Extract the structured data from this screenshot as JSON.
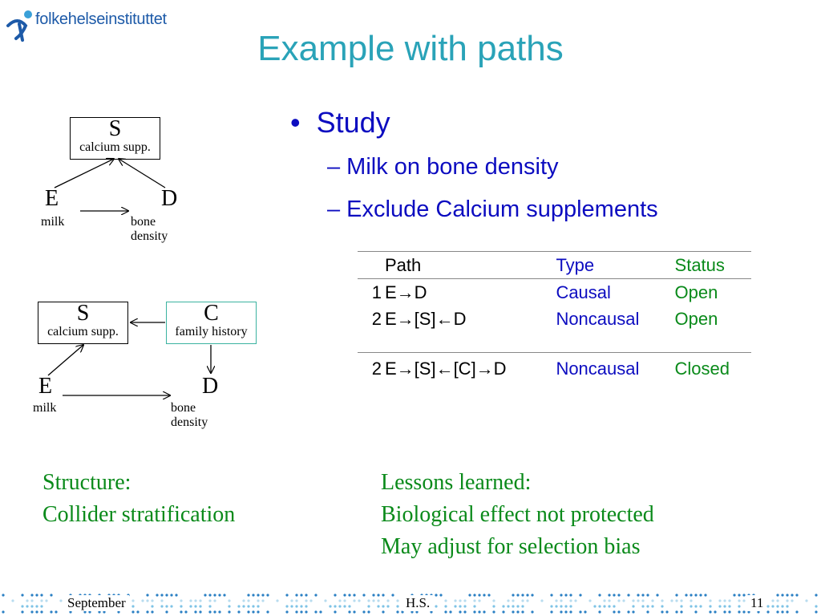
{
  "brand": {
    "name": "folkehelseinstituttet"
  },
  "title": "Example with paths",
  "bullets": {
    "main": "Study",
    "sub1": "– Milk on bone density",
    "sub2": "– Exclude Calcium supplements"
  },
  "diagram1": {
    "S": {
      "letter": "S",
      "label": "calcium supp."
    },
    "E": {
      "letter": "E",
      "label": "milk"
    },
    "D": {
      "letter": "D",
      "label": "bone density"
    }
  },
  "diagram2": {
    "S": {
      "letter": "S",
      "label": "calcium supp."
    },
    "C": {
      "letter": "C",
      "label": "family history"
    },
    "E": {
      "letter": "E",
      "label": "milk"
    },
    "D": {
      "letter": "D",
      "label": "bone density"
    }
  },
  "table": {
    "headers": {
      "path": "Path",
      "type": "Type",
      "status": "Status"
    },
    "rows": [
      {
        "num": "1",
        "path": "E→D",
        "type": "Causal",
        "status": "Open"
      },
      {
        "num": "2",
        "path": "E→[S]←D",
        "type": "Noncausal",
        "status": "Open"
      },
      {
        "num": "2",
        "path": "E→[S]←[C]→D",
        "type": "Noncausal",
        "status": "Closed"
      }
    ]
  },
  "structure": {
    "line1": "Structure:",
    "line2": "Collider stratification"
  },
  "lessons": {
    "line1": "Lessons learned:",
    "line2": "Biological effect not protected",
    "line3": "May adjust for selection bias"
  },
  "footer": {
    "left": "September",
    "center": "H.S.",
    "page": "11"
  },
  "colors": {
    "title": "#2aa3b8",
    "bullets": "#0c0cc0",
    "green": "#0a8a1a",
    "accent_box": "#3bb3a0"
  }
}
